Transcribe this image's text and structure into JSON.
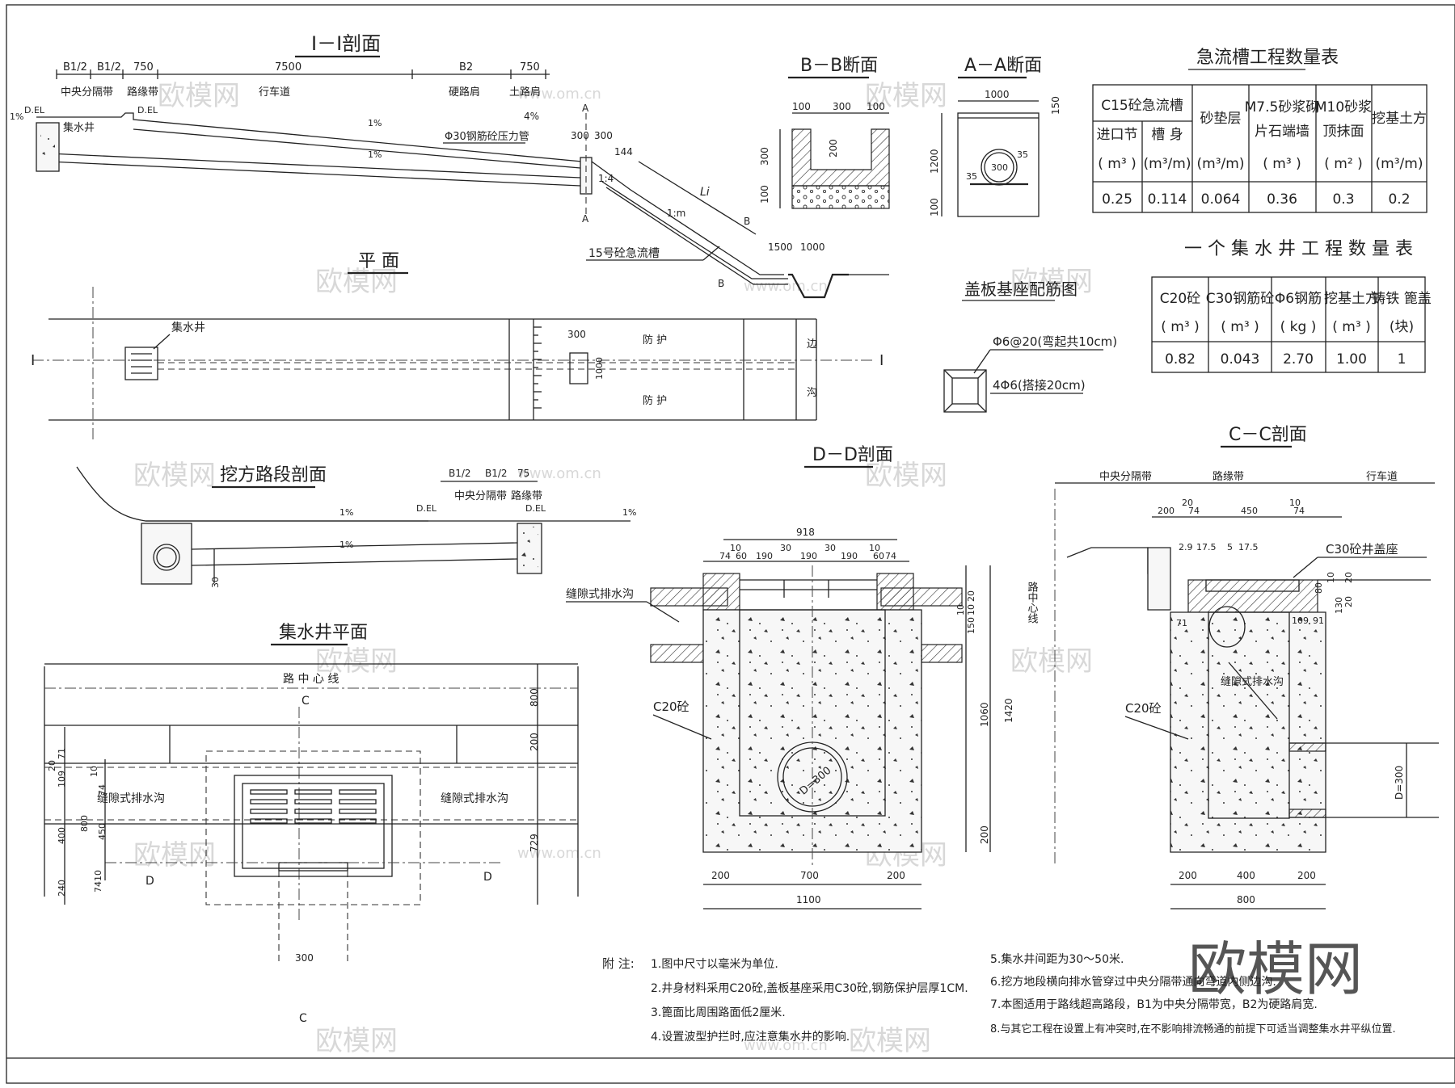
{
  "sections": {
    "i_i": {
      "title": "I－I剖面",
      "dim_b1_a": "B1/2",
      "dim_b1_b": "B1/2",
      "dim_750_a": "750",
      "dim_7500": "7500",
      "dim_b2": "B2",
      "dim_750_b": "750",
      "median": "中央分隔带",
      "curb": "路缘带",
      "lane": "行车道",
      "hard_shoulder": "硬路肩",
      "soil_shoulder": "土路肩",
      "del_a": "D.EL",
      "del_b": "D.EL",
      "well": "集水井",
      "slope_a": "1%",
      "slope_b": "1%",
      "slope_c": "1%",
      "slope_d": "4%",
      "pipe": "Φ30钢筋砼压力管",
      "a_mark_top": "A",
      "a_mark_bot": "A",
      "d300a": "300",
      "d300b": "300",
      "d144": "144",
      "s14": "1:4",
      "li": "Li",
      "s1m": "1:m",
      "b_a": "B",
      "b_b": "B",
      "d1500": "1500",
      "d1000": "1000",
      "chute": "15号砼急流槽"
    },
    "bb": {
      "title": "B－B断面",
      "d100a": "100",
      "d300a": "300",
      "d100b": "100",
      "d300v": "300",
      "d200v": "200",
      "d100v": "100"
    },
    "aa": {
      "title": "A－A断面",
      "d1000": "1000",
      "d150": "150",
      "d1200": "1200",
      "d100": "100",
      "d300": "300",
      "d35a": "35",
      "d35b": "35"
    },
    "plan": {
      "title": "平  面",
      "well": "集水井",
      "protect1": "防         护",
      "protect2": "防         护",
      "d300": "300",
      "d1000": "1000",
      "ditch1": "边",
      "ditch2": "沟",
      "i_left": "I",
      "i_right": "I"
    },
    "cut": {
      "title": "挖方路段剖面",
      "b1a": "B1/2",
      "b1b": "B1/2",
      "d75": "75",
      "median": "中央分隔带",
      "curb": "路缘带",
      "del_a": "D.EL",
      "del_b": "D.EL",
      "s1": "1%",
      "s2": "1%",
      "s3": "1%",
      "d30": "30"
    },
    "cover": {
      "title": "盖板基座配筋图",
      "rebar1": "Φ6@20(弯起共10cm)",
      "rebar2": "4Φ6(搭接20cm)"
    },
    "dd": {
      "title": "D－D剖面",
      "d918": "918",
      "d74a": "74",
      "d60a": "60",
      "d10a": "10",
      "d190a": "190",
      "d30a": "30",
      "d190b": "190",
      "d30b": "30",
      "d190c": "190",
      "d10b": "10",
      "d60b": "60",
      "d74b": "74",
      "slot": "缝隙式排水沟",
      "c20": "C20砼",
      "pipe": "D=300",
      "d20": "20",
      "d150": "150",
      "d10c": "10",
      "d10d": "10",
      "d1060": "1060",
      "d1420": "1420",
      "d200v": "200",
      "d200a": "200",
      "d700": "700",
      "d200b": "200",
      "d1100": "1100"
    },
    "well_plan": {
      "title": "集水井平面",
      "center": "路 中 心 线",
      "slot1": "缝隙式排水沟",
      "slot2": "缝隙式排水沟",
      "c_top": "C",
      "c_bot": "C",
      "d_left": "D",
      "d_right": "D",
      "d800": "800",
      "d200": "200",
      "d729": "729",
      "d20": "20",
      "d71": "71",
      "d109": "109",
      "d800b": "800",
      "d400": "400",
      "d240": "240",
      "d10": "10",
      "d74": "74",
      "d450": "450",
      "d7410": "7410",
      "d300": "300"
    },
    "cc": {
      "title": "C－C剖面",
      "median": "中央分隔带",
      "curb": "路缘带",
      "lane": "行车道",
      "d200": "200",
      "d20": "20",
      "d74a": "74",
      "d450": "450",
      "d10": "10",
      "d74b": "74",
      "d29": "2.9",
      "d175a": "17.5",
      "d5": "5",
      "d175b": "17.5",
      "cover": "C30砼井盖座",
      "d80": "80",
      "d10b": "10",
      "d20b": "20",
      "d130": "130",
      "d20c": "20",
      "d71": "71",
      "d109": "109",
      "d91": "91",
      "center": "路中心线",
      "slot": "缝隙式排水沟",
      "c20": "C20砼",
      "pipe": "D=300",
      "d200a": "200",
      "d400": "400",
      "d200b": "200",
      "d800": "800"
    }
  },
  "tables": {
    "chute": {
      "title": "急流槽工程数量表",
      "h1": "C15砼急流槽",
      "h2": "砂垫层",
      "h3": "M7.5砂浆砌",
      "h3b": "片石端墙",
      "h4": "M10砂浆",
      "h4b": "顶抹面",
      "h5": "挖基土方",
      "sub1": "进口节",
      "sub2": "槽 身",
      "units": [
        "( m³ )",
        "(m³/m)",
        "(m³/m)",
        "( m³ )",
        "( m² )",
        "(m³/m)"
      ],
      "values": [
        "0.25",
        "0.114",
        "0.064",
        "0.36",
        "0.3",
        "0.2"
      ]
    },
    "well": {
      "title": "一 个 集 水 井 工 程 数 量 表",
      "headers": [
        "C20砼",
        "C30钢筋砼",
        "Φ6钢筋",
        "挖基土方",
        "铸铁 篦盖"
      ],
      "units": [
        "( m³ )",
        "( m³ )",
        "( kg )",
        "( m³ )",
        "(块)"
      ],
      "values": [
        "0.82",
        "0.043",
        "2.70",
        "1.00",
        "1"
      ]
    }
  },
  "notes": {
    "label": "附  注:",
    "items": [
      "1.图中尺寸以毫米为单位.",
      "2.井身材料采用C20砼,盖板基座采用C30砼,钢筋保护层厚1CM.",
      "3.篦面比周围路面低2厘米.",
      "4.设置波型护拦时,应注意集水井的影响.",
      "5.集水井间距为30～50米.",
      "6.挖方地段横向排水管穿过中央分隔带通向弯道内侧边沟.",
      "7.本图适用于路线超高路段，B1为中央分隔带宽，B2为硬路肩宽.",
      "8.与其它工程在设置上有冲突时,在不影响排流畅通的前提下可适当调整集水井平纵位置."
    ]
  },
  "watermark": {
    "logo": "欧模网",
    "small": "欧模网",
    "url": "www.om.cn"
  }
}
